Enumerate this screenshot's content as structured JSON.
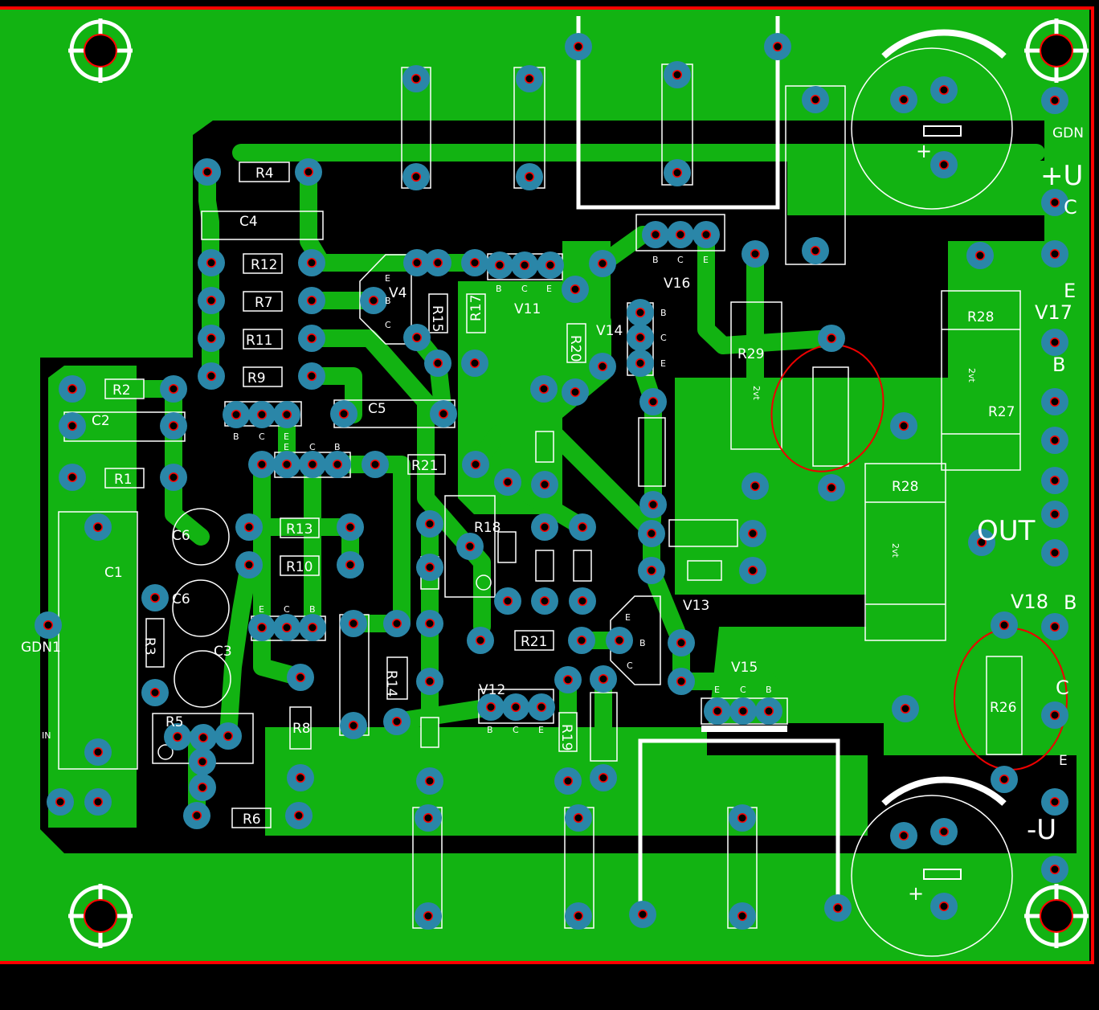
{
  "board": {
    "colors": {
      "copper": "#12b312",
      "clearance": "#000000",
      "pad": "#2a86a8",
      "drill_ring": "#ff0000",
      "silkscreen": "#ffffff",
      "outline": "#ff0000"
    }
  },
  "labels": {
    "R4": "R4",
    "C4": "C4",
    "R12": "R12",
    "R7": "R7",
    "R11": "R11",
    "R9": "R9",
    "R2": "R2",
    "C2": "C2",
    "R1": "R1",
    "C1": "C1",
    "GDN1": "GDN1",
    "IN": "IN",
    "C6": "C6",
    "C3": "C3",
    "R3": "R3",
    "R5": "R5",
    "R6": "R6",
    "R8": "R8",
    "R13": "R13",
    "R10": "R10",
    "R14": "R14",
    "R15": "R15",
    "R17": "R17",
    "R20": "R20",
    "V4": "V4",
    "V11": "V11",
    "V14": "V14",
    "V16": "V16",
    "C5": "C5",
    "R21": "R21",
    "R18": "R18",
    "V12": "V12",
    "R19": "R19",
    "V13": "V13",
    "V15": "V15",
    "R29": "R29",
    "R28": "R28",
    "R27": "R27",
    "R26": "R26",
    "V17": "V17",
    "V18": "V18",
    "OUT": "OUT",
    "GDN": "GDN",
    "PLUS_U": "+U",
    "MINUS_U": "-U",
    "rating": "2vt"
  },
  "pins": {
    "B": "B",
    "C": "C",
    "E": "E"
  }
}
